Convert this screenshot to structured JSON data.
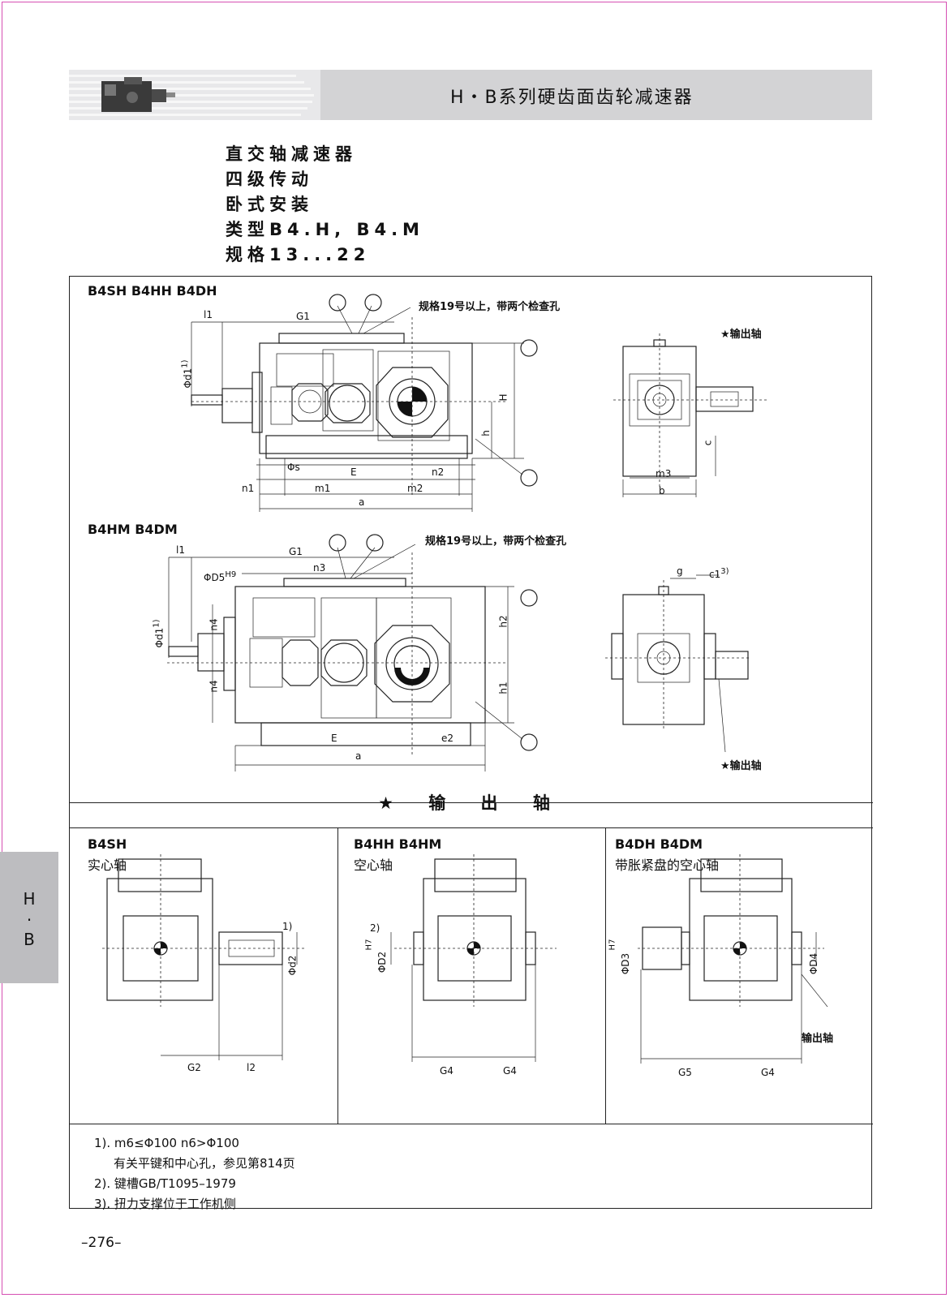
{
  "header": {
    "title": "H・B系列硬齿面齿轮减速器"
  },
  "intro": {
    "line1": "直交轴减速器",
    "line2": "四级传动",
    "line3": "卧式安装",
    "line4": "类型B4.H, B4.M",
    "line5": "规格13...22"
  },
  "drawing1": {
    "heading": "B4SH B4HH B4DH",
    "note": "规格19号以上，带两个检查孔",
    "output_label": "★输出轴",
    "dims": {
      "l1": "l1",
      "G1": "G1",
      "d1": "Φd1",
      "d1_sup": "1)",
      "H": "H",
      "h": "h",
      "s": "Φs",
      "E": "E",
      "n2": "n2",
      "n1": "n1",
      "m1": "m1",
      "m2": "m2",
      "a": "a",
      "c": "c",
      "m3": "m3",
      "b": "b"
    }
  },
  "drawing2": {
    "heading": "B4HM B4DM",
    "note": "规格19号以上，带两个检查孔",
    "output_label": "★输出轴",
    "dims": {
      "l1": "l1",
      "G1": "G1",
      "n3": "n3",
      "D5": "ΦD5",
      "D5_sup": "H9",
      "d1": "Φd1",
      "d1_sup": "1)",
      "n4a": "n4",
      "n4b": "n4",
      "h2": "h2",
      "h1": "h1",
      "E": "E",
      "e2": "e2",
      "a": "a",
      "g": "g",
      "c1": "c1",
      "c1_sup": "3)"
    }
  },
  "output_section": {
    "title": "★ 输 出 轴",
    "col1": {
      "type": "B4SH",
      "desc": "实心轴",
      "sup": "1)",
      "d2": "Φd2",
      "G2": "G2",
      "l2": "l2"
    },
    "col2": {
      "type": "B4HH B4HM",
      "desc": "空心轴",
      "sup": "2)",
      "D2": "ΦD2",
      "H7": "H7",
      "G4a": "G4",
      "G4b": "G4"
    },
    "col3": {
      "type": "B4DH B4DM",
      "desc": "带胀紧盘的空心轴",
      "D3": "ΦD3",
      "H7": "H7",
      "D4": "ΦD4",
      "out": "输出轴",
      "G5": "G5",
      "G4": "G4"
    }
  },
  "notes": {
    "n1": "1). m6≤Φ100  n6>Φ100",
    "n1b": "有关平键和中心孔，参见第814页",
    "n2": "2). 键槽GB/T1095–1979",
    "n3": "3). 扭力支撑位于工作机侧"
  },
  "side_tab": {
    "l1": "H",
    "l2": "·",
    "l3": "B"
  },
  "page_number": "–276–"
}
